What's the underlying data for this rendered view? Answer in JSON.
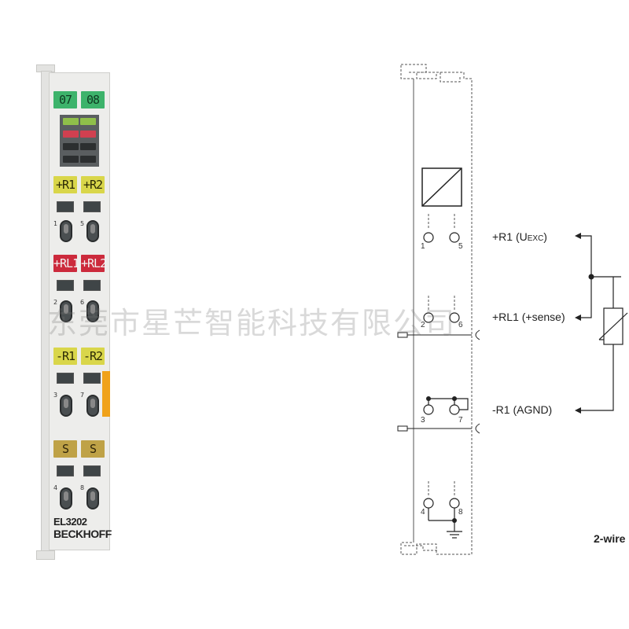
{
  "module": {
    "top_tags": [
      "07",
      "08"
    ],
    "r_plus_tags": [
      "+R1",
      "+R2"
    ],
    "rl_tags": [
      "+RL1",
      "+RL2"
    ],
    "r_minus_tags": [
      "-R1",
      "-R2"
    ],
    "s_tags": [
      "S",
      "S"
    ],
    "pin_numbers": [
      "1",
      "5",
      "2",
      "6",
      "3",
      "7",
      "4",
      "8"
    ],
    "model": "EL3202",
    "brand": "BECKHOFF"
  },
  "schematic": {
    "terminal_numbers": [
      "1",
      "5",
      "2",
      "6",
      "3",
      "7",
      "4",
      "8"
    ],
    "labels": {
      "r1_main": "+R1 (U",
      "r1_sub": "EXC",
      "r1_close": ")",
      "rl1": "+RL1 (+sense)",
      "r1_agnd": "-R1 (AGND)"
    },
    "caption": "2-wire"
  },
  "watermark": "东莞市星芒智能科技有限公司",
  "colors": {
    "green": "#3db36b",
    "yellow": "#d9d64a",
    "red": "#cc2a3c",
    "olive": "#bfa247",
    "orange_latch": "#f0a21a"
  }
}
